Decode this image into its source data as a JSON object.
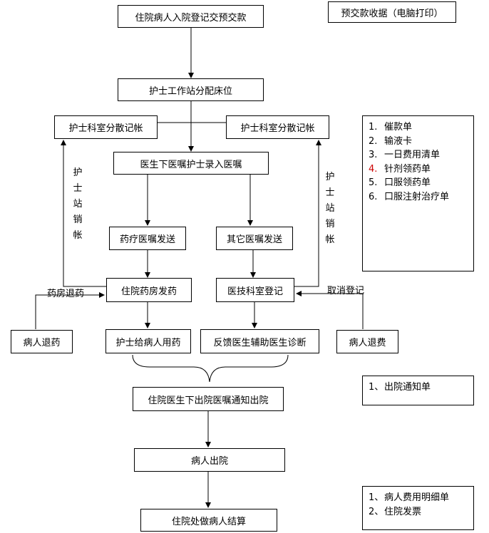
{
  "flow": {
    "admission": "住院病人入院登记交预交款",
    "bed_assign": "护士工作站分配床位",
    "ward_left": "护士科室分散记帐",
    "ward_right": "护士科室分散记帐",
    "orders": "医生下医嘱护士录入医嘱",
    "drug_orders": "药疗医嘱发送",
    "other_orders": "其它医嘱发送",
    "pharmacy": "住院药房发药",
    "med_tech": "医技科室登记",
    "patient_return_drug": "病人退药",
    "nurse_give_drug": "护士给病人用药",
    "feedback": "反馈医生辅助医生诊断",
    "patient_refund": "病人退费",
    "discharge_order": "住院医生下出院医嘱通知出院",
    "discharge": "病人出院",
    "settlement": "住院处做病人结算"
  },
  "labels": {
    "nurse_station_left": "护士站销帐",
    "nurse_station_right": "护士站销帐",
    "pharmacy_return": "药房退药",
    "cancel_register": "取消登记"
  },
  "side_notes": {
    "receipt": "预交款收据（电脑打印）",
    "documents": [
      {
        "num": "1.",
        "text": "催款单",
        "color": "#000000"
      },
      {
        "num": "2.",
        "text": "输液卡",
        "color": "#000000"
      },
      {
        "num": "3.",
        "text": "一日费用清单",
        "color": "#000000"
      },
      {
        "num": "4.",
        "text": "针剂领药单",
        "color": "#cc0000"
      },
      {
        "num": "5.",
        "text": "口服领药单",
        "color": "#000000"
      },
      {
        "num": "6.",
        "text": "口服注射治疗单",
        "color": "#000000"
      }
    ],
    "discharge_notice": {
      "num": "1、",
      "text": "出院通知单"
    },
    "settlement_docs": [
      {
        "num": "1、",
        "text": "病人费用明细单"
      },
      {
        "num": "2、",
        "text": "住院发票"
      }
    ]
  }
}
